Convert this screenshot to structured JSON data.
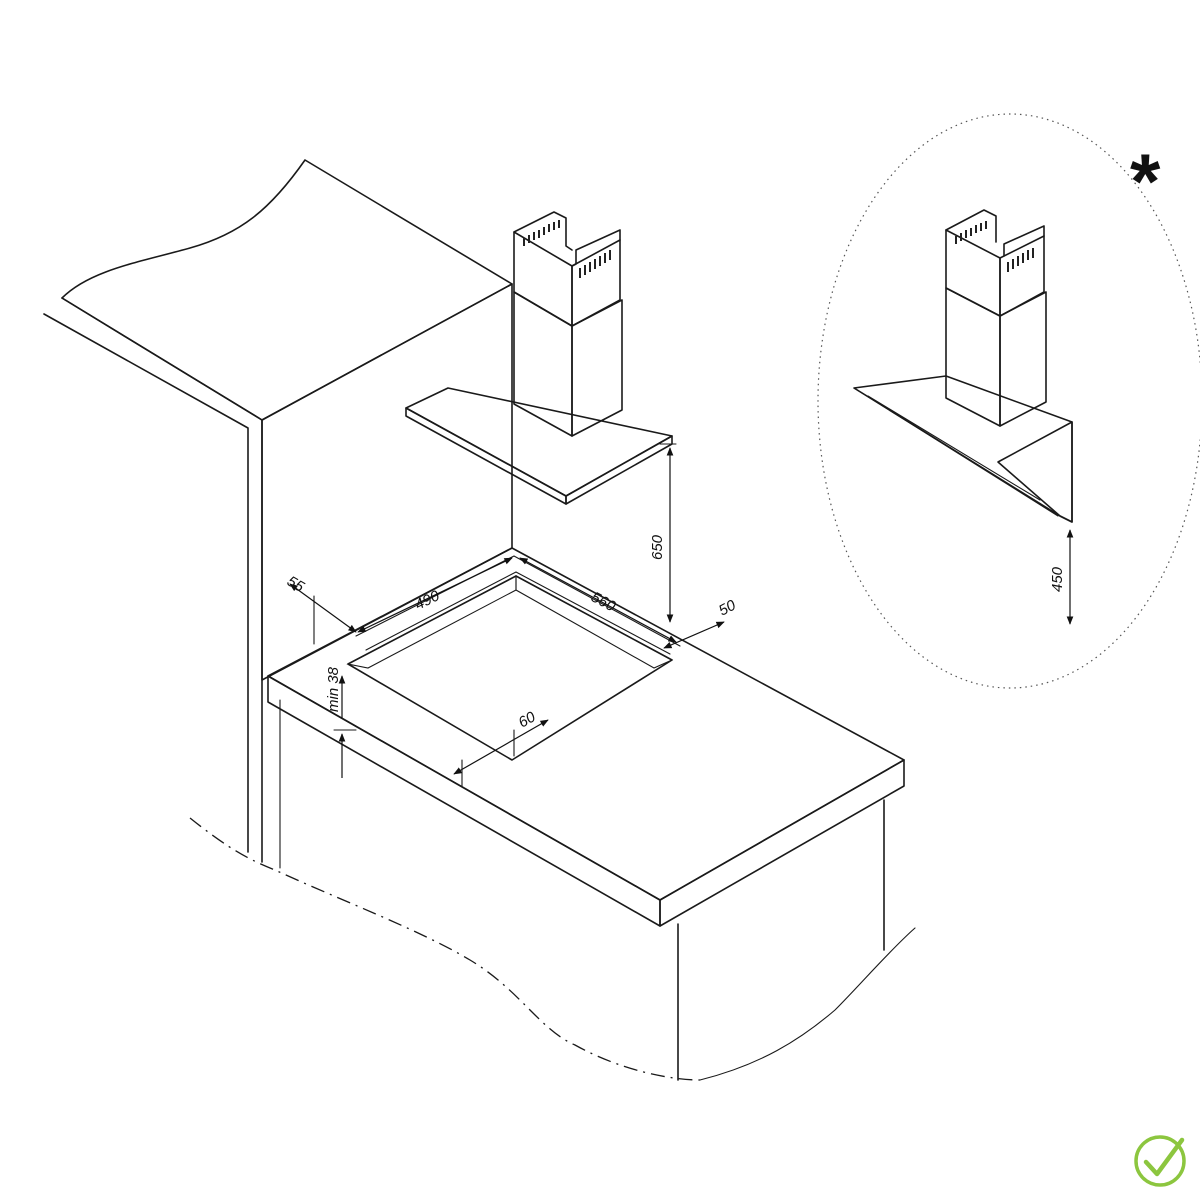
{
  "dimensions": {
    "hood_height": "650",
    "left_margin": "55",
    "cutout_depth": "490",
    "cutout_width": "560",
    "right_margin": "50",
    "worktop_thickness": "min 38",
    "front_margin": "60",
    "inset_hood_height": "450"
  },
  "markers": {
    "asterisk": "*"
  },
  "icons": {
    "approval": "check-circle-icon"
  },
  "colors": {
    "check_green": "#8cc63f",
    "line": "#1a1a1a",
    "countertop": "#c8c8c8"
  }
}
